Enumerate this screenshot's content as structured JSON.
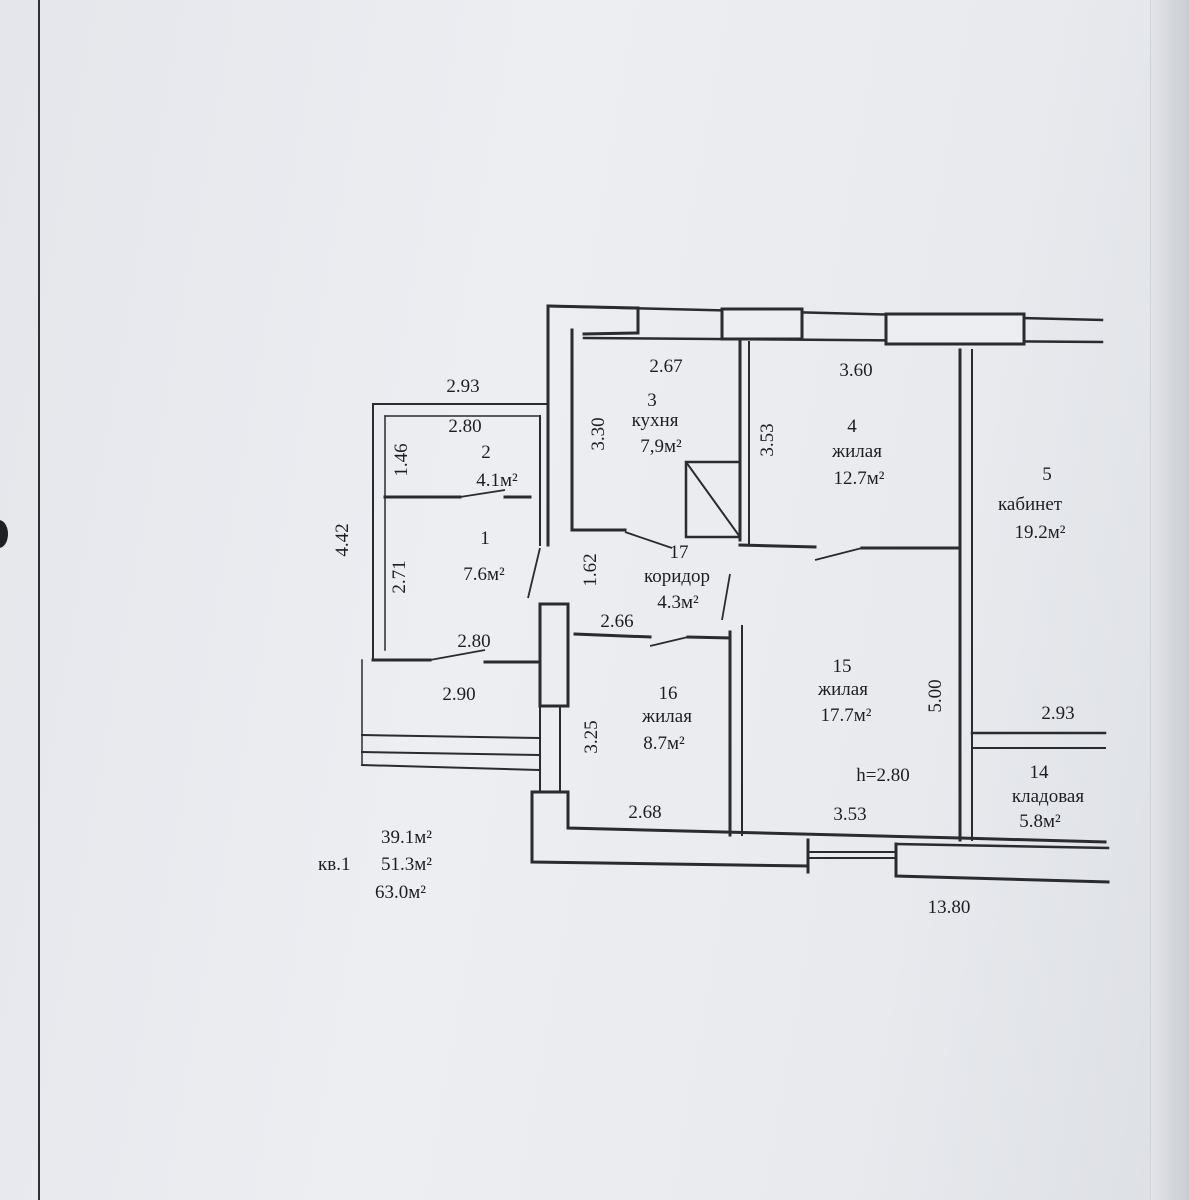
{
  "rooms": {
    "r1": {
      "number": "1",
      "area": "7.6м²"
    },
    "r2": {
      "number": "2",
      "area": "4.1м²"
    },
    "r3": {
      "number": "3",
      "name": "кухня",
      "area": "7,9м²"
    },
    "r4": {
      "number": "4",
      "name": "жилая",
      "area": "12.7м²"
    },
    "r5": {
      "number": "5",
      "name": "кабинет",
      "area": "19.2м²"
    },
    "r14": {
      "number": "14",
      "name": "кладовая",
      "area": "5.8м²"
    },
    "r15": {
      "number": "15",
      "name": "жилая",
      "area": "17.7м²"
    },
    "r16": {
      "number": "16",
      "name": "жилая",
      "area": "8.7м²"
    },
    "r17": {
      "number": "17",
      "name": "коридор",
      "area": "4.3м²"
    }
  },
  "dimensions": {
    "d_293_top": "2.93",
    "d_280_top": "2.80",
    "d_146": "1.46",
    "d_442": "4.42",
    "d_271": "2.71",
    "d_280_mid": "2.80",
    "d_290": "2.90",
    "d_267": "2.67",
    "d_330": "3.30",
    "d_360": "3.60",
    "d_353_vertical": "3.53",
    "d_162": "1.62",
    "d_266": "2.66",
    "d_325": "3.25",
    "d_268": "2.68",
    "d_353_bottom": "3.53",
    "d_500": "5.00",
    "d_293_right": "2.93",
    "d_1380": "13.80"
  },
  "ceiling_height": "h=2.80",
  "summary": {
    "living_area": "39.1м²",
    "apartment_label": "кв.1",
    "usable_area": "51.3м²",
    "total_area": "63.0м²"
  }
}
